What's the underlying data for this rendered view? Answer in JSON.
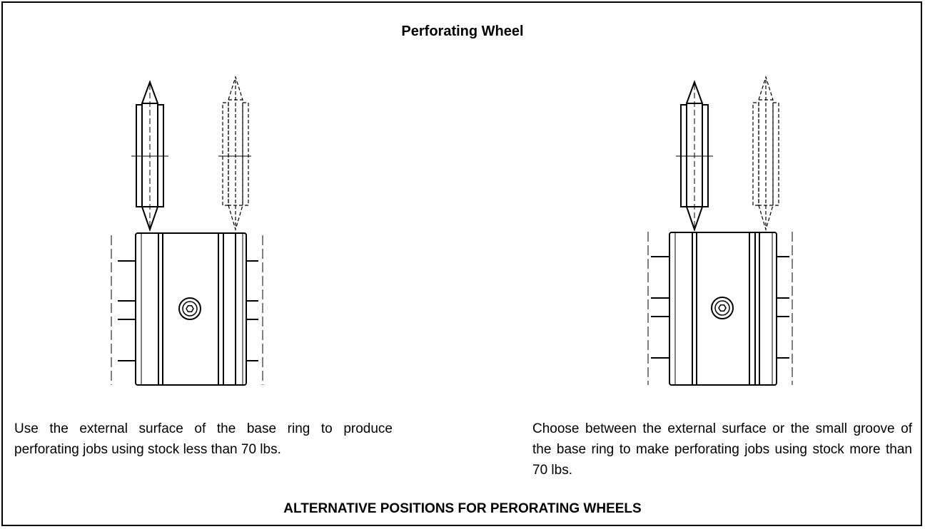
{
  "title": "Perforating Wheel",
  "captions": {
    "left": "Use the external surface of the base ring to produce perforating jobs using stock less than 70 lbs.",
    "right": "Choose between the external surface or the small groove of the base ring to make perforating jobs using stock more than 70 lbs."
  },
  "footer": "ALTERNATIVE POSITIONS FOR PERORATING WHEELS"
}
